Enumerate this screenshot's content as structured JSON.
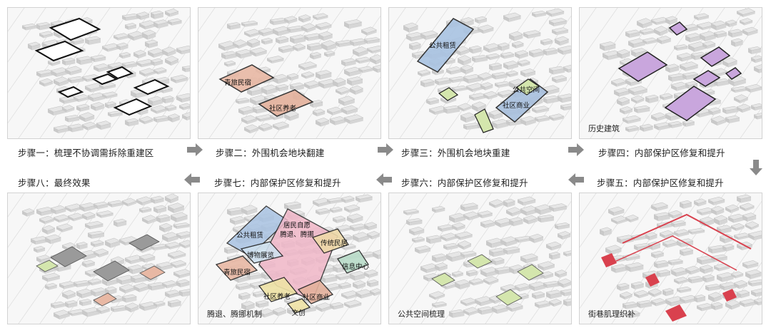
{
  "steps": [
    {
      "label": "步骤一：梳理不协调需拆除重建区"
    },
    {
      "label": "步骤二：外围机会地块翻建"
    },
    {
      "label": "步骤三：外围机会地块重建"
    },
    {
      "label": "步骤四：内部保护区修复和提升"
    },
    {
      "label": "步骤五：内部保护区修复和提升"
    },
    {
      "label": "步骤六：内部保护区修复和提升"
    },
    {
      "label": "步骤七：内部保护区修复和提升"
    },
    {
      "label": "步骤八：最终效果"
    }
  ],
  "panels": {
    "p1": {
      "labels": []
    },
    "p2": {
      "labels": [
        "青旅民宿",
        "社区养老"
      ]
    },
    "p3": {
      "labels": [
        "公共租赁",
        "公共空间",
        "社区商业"
      ]
    },
    "p4": {
      "corner": "历史建筑"
    },
    "p5": {
      "corner": "街巷肌理织补"
    },
    "p6": {
      "corner": "公共空间梳理"
    },
    "p7": {
      "corner": "腾退、腾挪机制",
      "labels": [
        "公共租赁",
        "居民自愿",
        "腾退、腾挪",
        "传统民居",
        "博物展览",
        "信息中心",
        "青旅民宿",
        "社区养老",
        "社区商业",
        "文创"
      ]
    },
    "p8": {
      "labels": []
    }
  },
  "colors": {
    "block_gray": "#c9c9c9",
    "block_light": "#e6e6e6",
    "hostel": "#e8b8a4",
    "elder": "#e4b19c",
    "rental": "#a9c3e2",
    "commerce": "#a8c0de",
    "public_space": "#d4e6ad",
    "historic": "#c9a6dd",
    "street_red": "#d9414e",
    "residents": "#f0b7c8",
    "traditional": "#eed9a8",
    "museum": "#cfe1ef",
    "info": "#b9dcc9",
    "creative": "#efe3a6",
    "arrow": "#8a8a8a"
  }
}
